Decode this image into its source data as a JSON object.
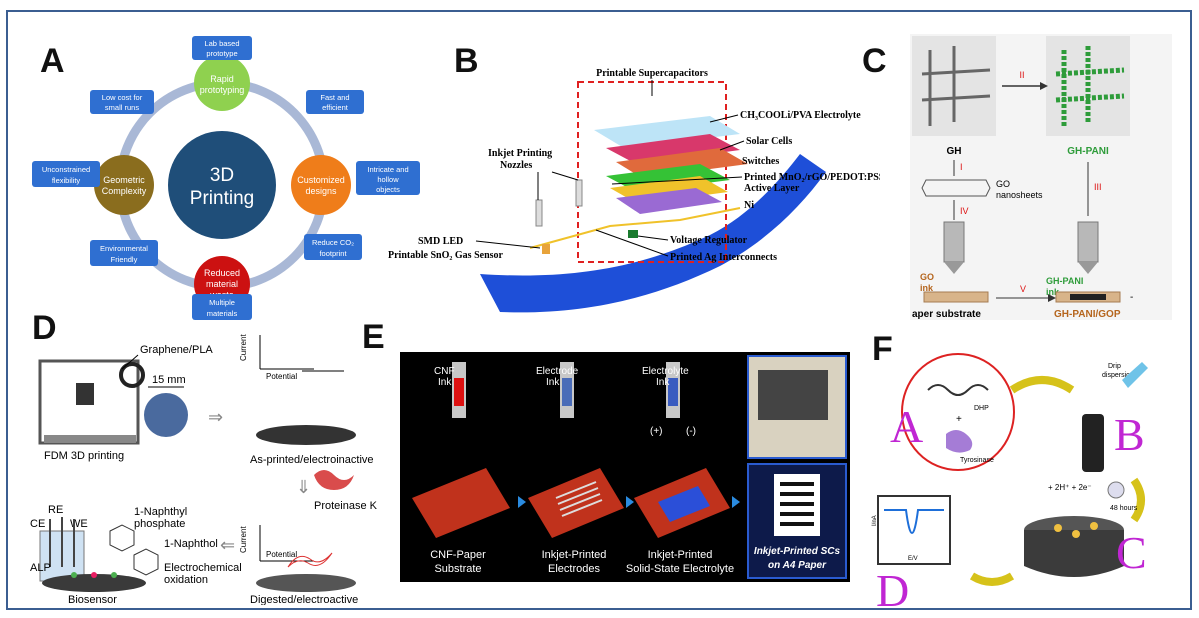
{
  "panels": {
    "a": {
      "label": "A",
      "center": [
        "3D",
        "Printing"
      ],
      "nodes": [
        {
          "lines": [
            "Rapid",
            "prototyping"
          ],
          "color": "#8fd14f"
        },
        {
          "lines": [
            "Customized",
            "designs"
          ],
          "color": "#ef7d1a"
        },
        {
          "lines": [
            "Reduced",
            "material",
            "waste"
          ],
          "color": "#cc1111"
        },
        {
          "lines": [
            "Geometric",
            "Complexity"
          ],
          "color": "#8a6d1e"
        }
      ],
      "center_color": "#1f4e79",
      "ring_color": "#a9b8d6",
      "box_color": "#2f6fd1",
      "boxes": [
        {
          "lines": [
            "Lab based",
            "prototype"
          ]
        },
        {
          "lines": [
            "Fast and",
            "efficient"
          ]
        },
        {
          "lines": [
            "Intricate and",
            "hollow",
            "objects"
          ]
        },
        {
          "lines": [
            "Reduce CO₂",
            "footprint"
          ]
        },
        {
          "lines": [
            "Multiple",
            "materials"
          ]
        },
        {
          "lines": [
            "Environmental",
            "Friendly"
          ]
        },
        {
          "lines": [
            "Unconstrained",
            "flexibility"
          ]
        },
        {
          "lines": [
            "Low cost for",
            "small runs"
          ]
        }
      ]
    },
    "b": {
      "label": "B",
      "title": "Printable Supercapacitors",
      "left_labels": [
        "Inkjet Printing",
        "Nozzles",
        "SMD LED",
        "Printable SnO₂ Gas Sensor"
      ],
      "right_labels": [
        "CH₃COOLi/PVA Electrolyte",
        "Solar Cells",
        "Switches",
        "Printed MnO₂/rGO/PEDOT:PSS",
        "Active Layer",
        "Ni",
        "Voltage Regulator",
        "Printed Ag Interconnects"
      ]
    },
    "c": {
      "label": "C",
      "steps": [
        "I",
        "II",
        "III",
        "IV",
        "V"
      ],
      "gh": "GH",
      "gh_pani": "GH-PANI",
      "go": "GO",
      "nanosheets": "nanosheets",
      "go_ink": [
        "GO",
        "ink"
      ],
      "ghpani_ink": [
        "GH-PANI",
        "ink"
      ],
      "paper": "aper substrate",
      "result": "GH-PANI/GOP",
      "dash": "-"
    },
    "d": {
      "label": "D",
      "graphene": "Graphene/PLA",
      "scale": "15 mm",
      "fdm": "FDM 3D printing",
      "current": "Current",
      "potential": "Potential",
      "as_printed": "As-printed/electroinactive",
      "proteinase": "Proteinase K",
      "digested": "Digested/electroactive",
      "electrodes": [
        "CE",
        "RE",
        "WE"
      ],
      "naphthyl": [
        "1-Naphthyl",
        "phosphate"
      ],
      "naphthol": "1-Naphthol",
      "oxidation": [
        "Electrochemical",
        "oxidation"
      ],
      "alp": "ALP",
      "biosensor": "Biosensor"
    },
    "e": {
      "label": "E",
      "inks": [
        [
          "CNF",
          "Ink"
        ],
        [
          "Electrode",
          "Ink"
        ],
        [
          "Electrolyte",
          "Ink"
        ]
      ],
      "captions": [
        [
          "CNF-Paper",
          "Substrate"
        ],
        [
          "Inkjet-Printed",
          "Electrodes"
        ],
        [
          "Inkjet-Printed",
          "Solid-State Electrolyte"
        ],
        [
          "Inkjet-Printed SCs",
          "on A4 Paper"
        ]
      ],
      "plus": "(+)",
      "minus": "(-)"
    },
    "f": {
      "label": "F",
      "letters": [
        "A",
        "B",
        "C",
        "D"
      ],
      "drip": [
        "Drip",
        "dispersion"
      ],
      "dhp": "DHP",
      "plus": "+",
      "tyrosinase": "Tyrosinase",
      "reaction": "+ 2H⁺ + 2e⁻",
      "hours": "48 hours",
      "axis_y": "I/nA",
      "axis_x": "E/V",
      "letter_color": "#c026d3"
    }
  }
}
